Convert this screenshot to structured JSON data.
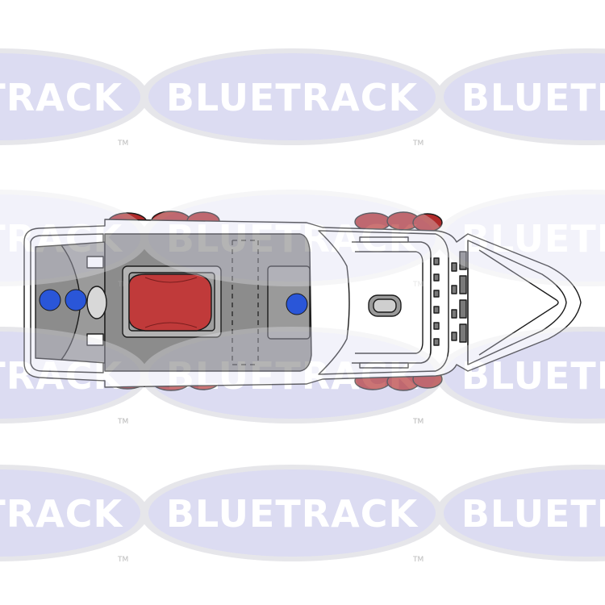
{
  "watermark": {
    "brand": "BLUETRACK",
    "trademark": "TM",
    "ellipse_color": "#dcdcf2",
    "ring_color": "#e6e6ea",
    "text_color": "#ffffff"
  },
  "vehicle": {
    "name": "top-view vehicle outline",
    "body_color": "#ffffff",
    "deck_color": "#8c8c8c",
    "seat_color": "#c03a3a",
    "track_color": "#b02a2a",
    "marker_color": "#2a56d8",
    "outline_color": "#1a1a1a"
  }
}
